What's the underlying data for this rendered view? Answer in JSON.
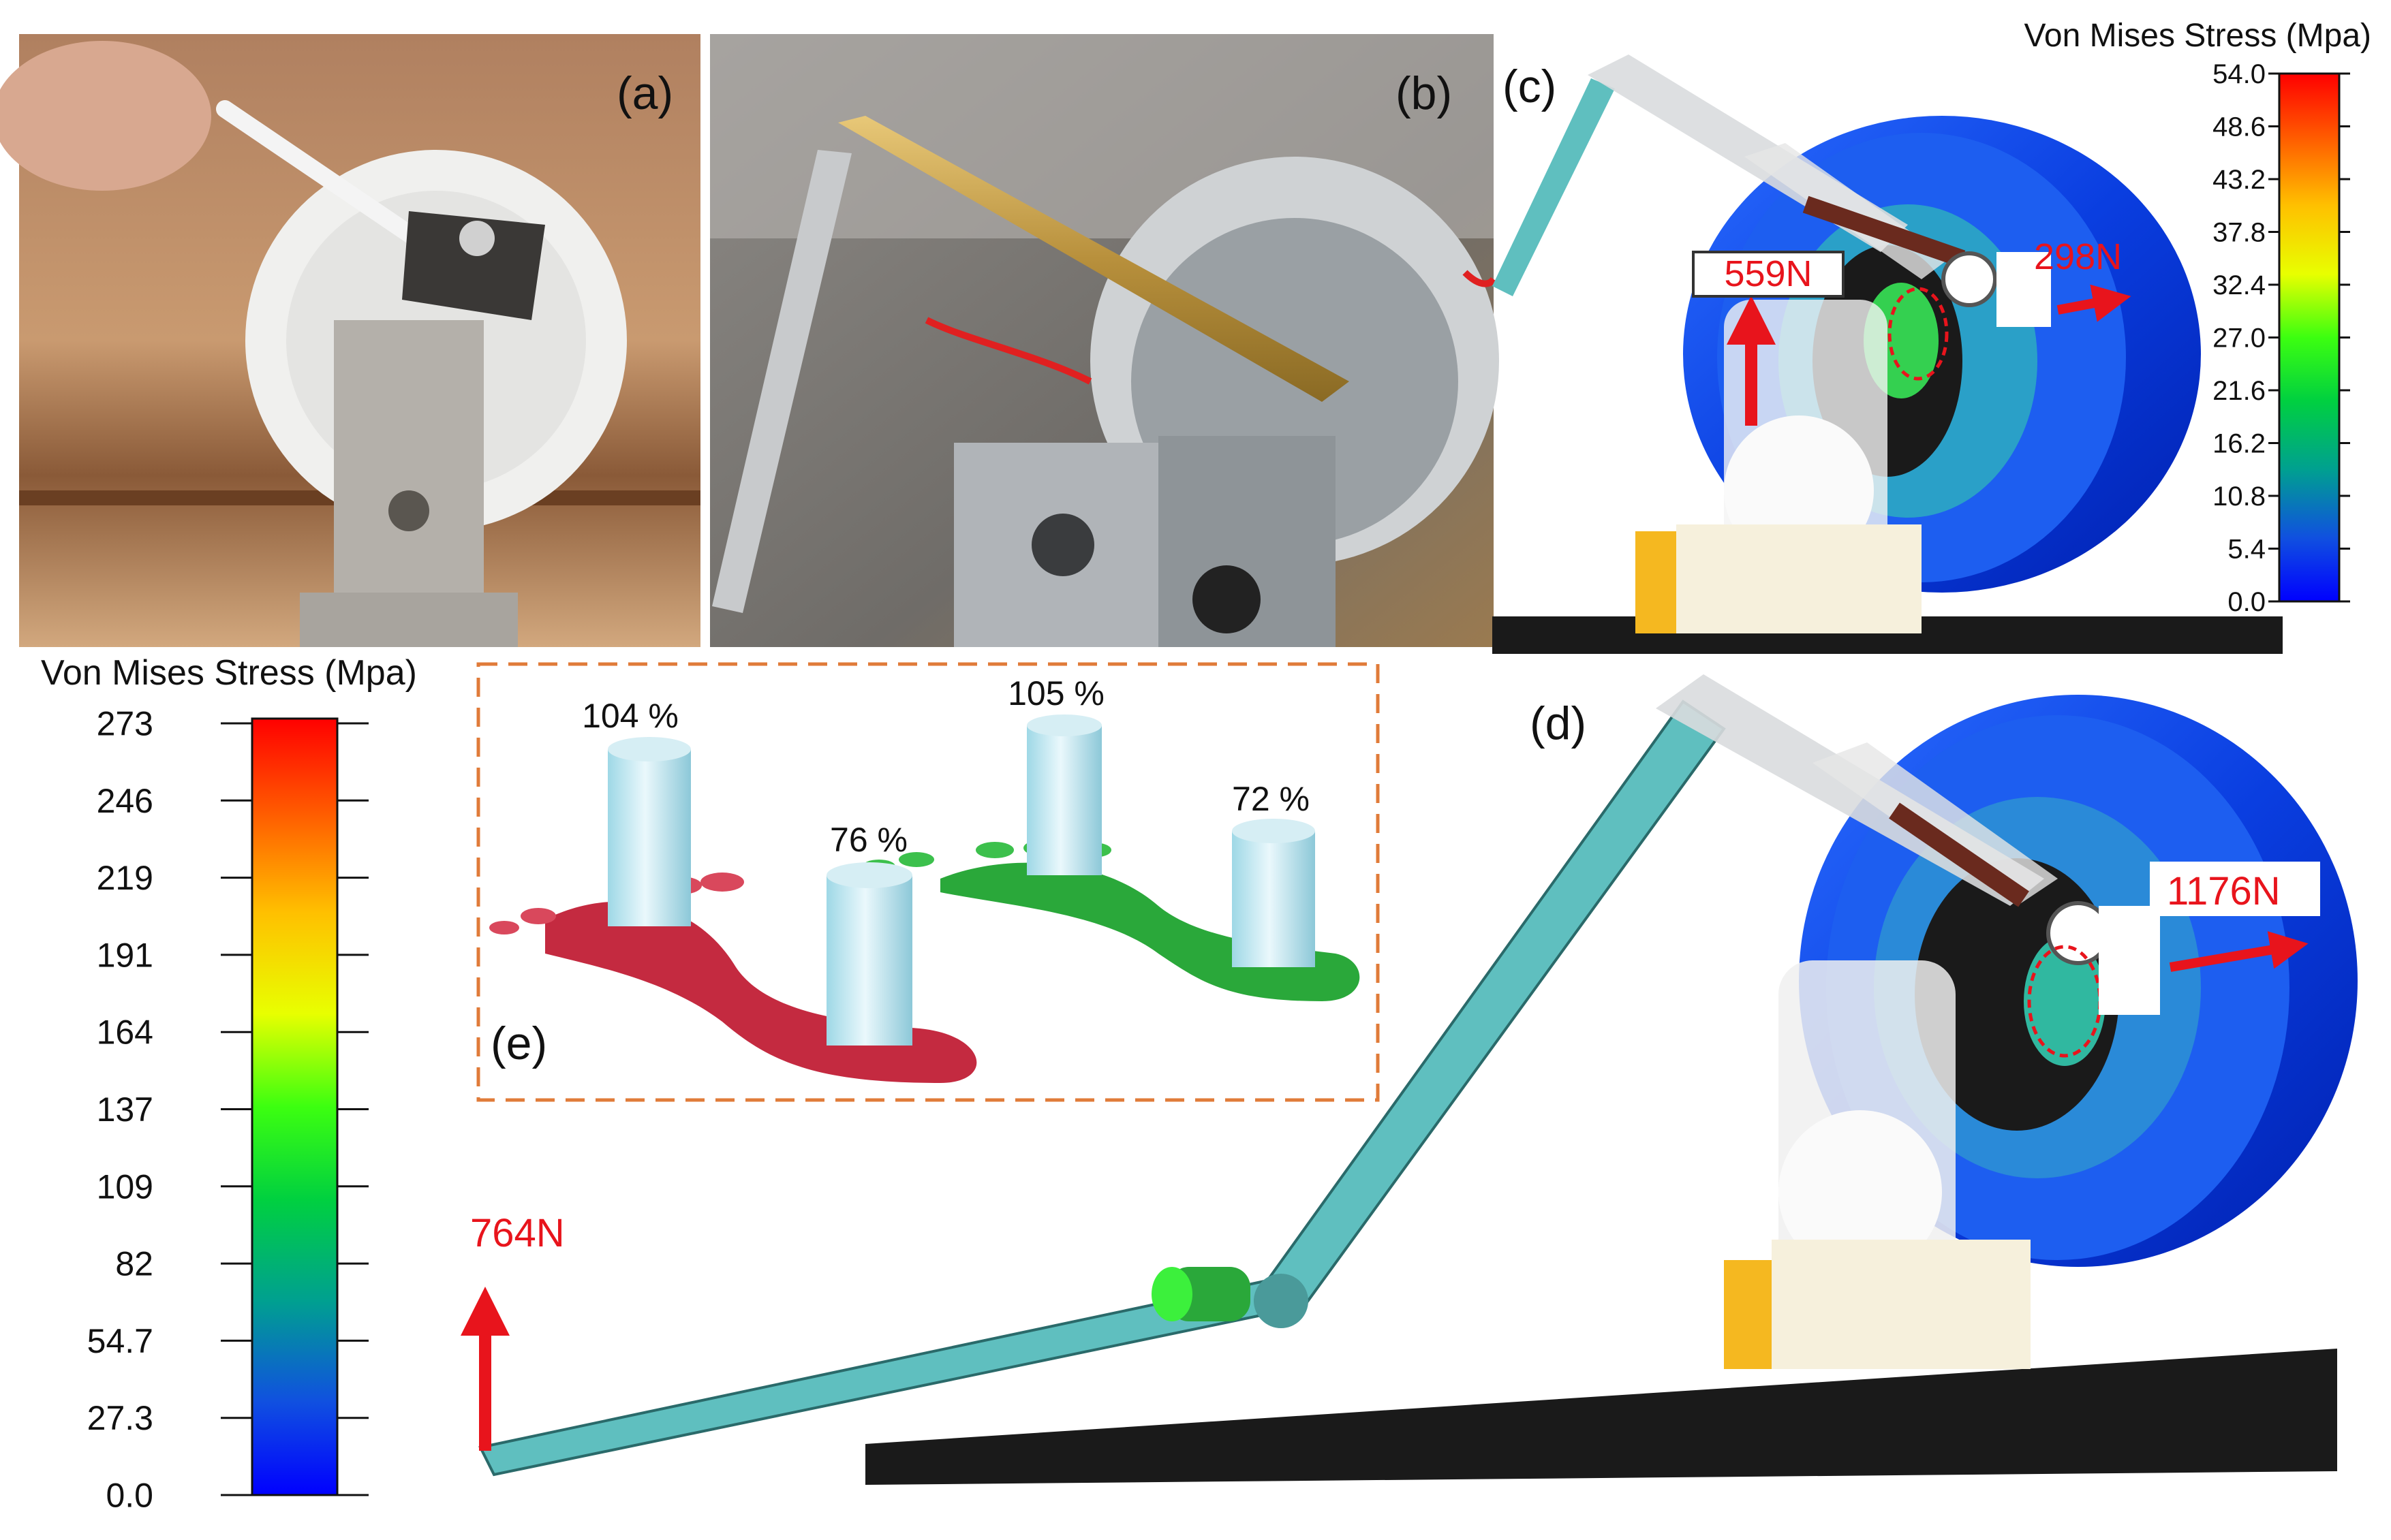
{
  "panels": {
    "a": {
      "label": "(a)"
    },
    "b": {
      "label": "(b)"
    },
    "c": {
      "label": "(c)",
      "force_vertical": "559N",
      "force_horizontal": "298N"
    },
    "d": {
      "label": "(d)",
      "force_pedal": "764N",
      "force_horizontal": "1176N"
    },
    "e": {
      "label": "(e)",
      "values": [
        "104 %",
        "76 %",
        "105 %",
        "72 %"
      ]
    }
  },
  "scale_small": {
    "title": "Von Mises Stress (Mpa)",
    "ticks": [
      "54.0",
      "48.6",
      "43.2",
      "37.8",
      "32.4",
      "27.0",
      "21.6",
      "16.2",
      "10.8",
      "5.4",
      "0.0"
    ]
  },
  "scale_large": {
    "title": "Von Mises Stress (Mpa)",
    "ticks": [
      "273",
      "246",
      "219",
      "191",
      "164",
      "137",
      "109",
      "82",
      "54.7",
      "27.3",
      "0.0"
    ]
  },
  "colors": {
    "force_arrow": "#e8141c",
    "link_teal": "#5fbfbf",
    "foot_red": "#c42a40",
    "foot_green": "#2aa83a",
    "dashed_box": "#e07b39"
  }
}
